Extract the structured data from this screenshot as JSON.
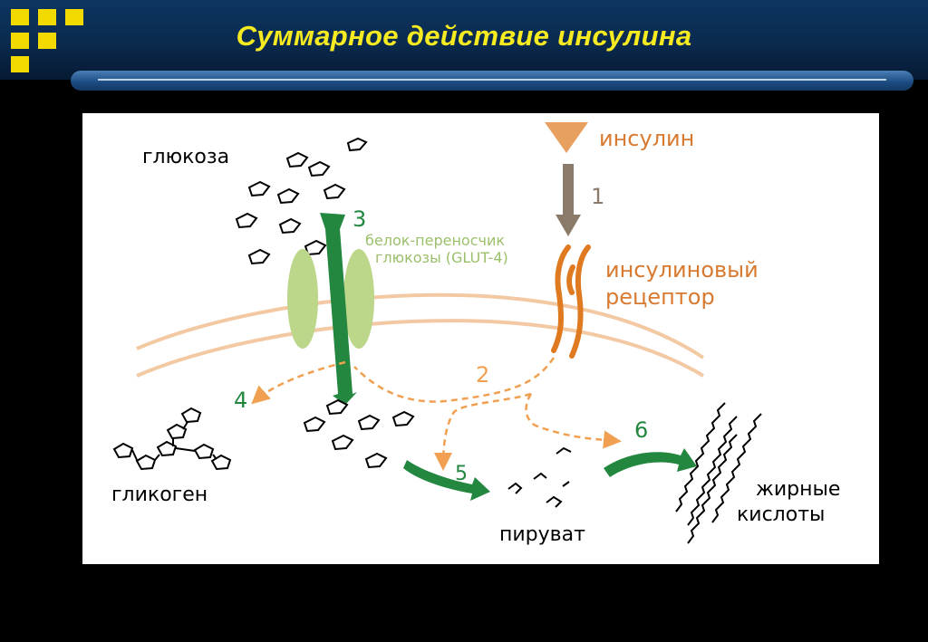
{
  "slide": {
    "title": "Суммарное действие инсулина"
  },
  "diagram": {
    "labels": {
      "glucose": "глюкоза",
      "insulin": "инсулин",
      "transporter_line1": "белок-переносчик",
      "transporter_line2": "глюкозы (GLUT-4)",
      "receptor_line1": "инсулиновый",
      "receptor_line2": "рецептор",
      "glycogen": "гликоген",
      "pyruvate": "пируват",
      "fatty_acids_line1": "жирные",
      "fatty_acids_line2": "кислоты"
    },
    "steps": [
      "1",
      "2",
      "3",
      "4",
      "5",
      "6"
    ],
    "colors": {
      "insulin": "#e8a060",
      "insulin_text": "#d87a30",
      "receptor": "#e07a20",
      "arrow1": "#8a7a6a",
      "green": "#23873f",
      "transporter": "#bcd68a",
      "transporter_text": "#9bbf6a",
      "membrane": "#f3c9a3",
      "signal": "#f0a050",
      "molecule": "#000000"
    }
  }
}
